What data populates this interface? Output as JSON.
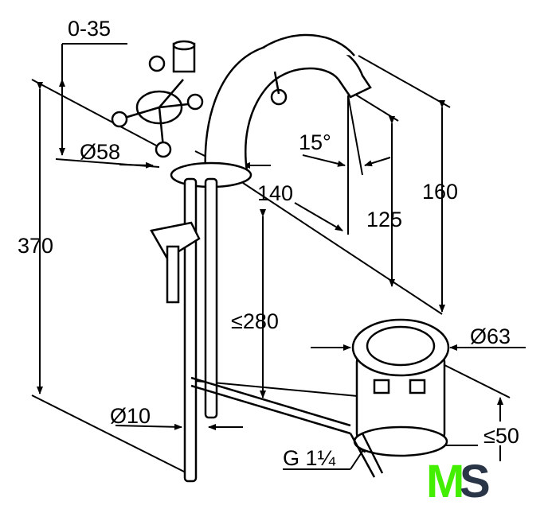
{
  "dimensions": {
    "adjust_range": "0-35",
    "handle_diameter": "Ø58",
    "spout_reach": "140",
    "spout_angle": "15°",
    "spout_height": "125",
    "total_height_above_deck": "160",
    "total_height": "370",
    "max_deck_thickness": "≤280",
    "drain_diameter": "Ø63",
    "tube_diameter": "Ø10",
    "drain_thickness": "≤50",
    "drain_thread": "G 1¼"
  },
  "logo": {
    "text_m": "M",
    "text_s": "S",
    "color_m": "#44ee00",
    "color_s": "#2a3548"
  }
}
